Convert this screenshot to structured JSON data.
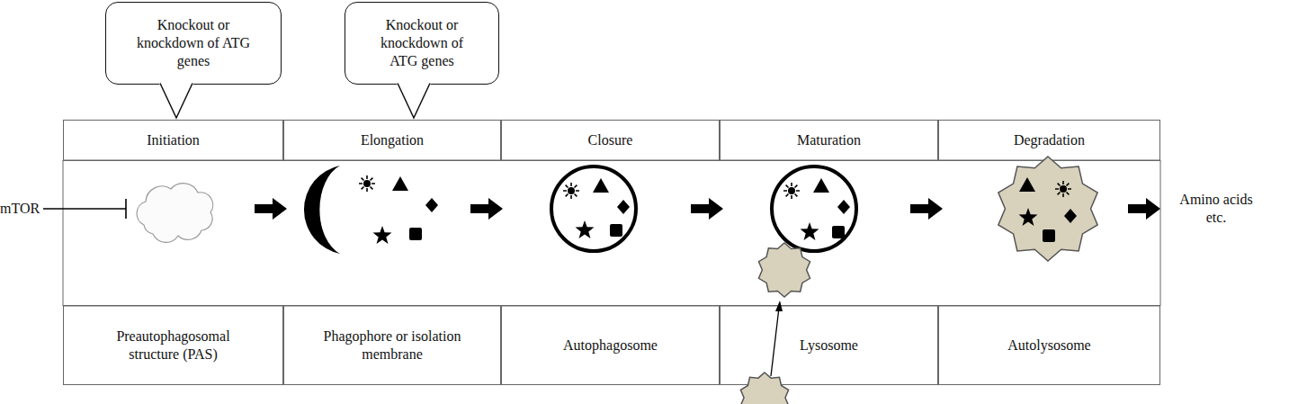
{
  "diagram": {
    "nodes": [
      {
        "text": [
          "Knockout or knockdown of ATG genes"
        ]
      },
      {
        "text": [
          "Knockout or knockdown of ATG genes"
        ]
      },
      {
        "text": [
          "Initiation"
        ]
      },
      {
        "text": [
          "Elongation"
        ]
      },
      {
        "text": [
          "Closure"
        ]
      },
      {
        "text": [
          "Maturation"
        ]
      },
      {
        "text": [
          "Degradation"
        ]
      },
      {
        "text": [
          "Preautophagosomal structure (PAS)"
        ]
      },
      {
        "text": [
          "Phagophore or isolation membrane"
        ]
      },
      {
        "text": [
          "Autophagosome"
        ]
      },
      {
        "text": [
          "Lysosome"
        ]
      },
      {
        "text": [
          "Autolysosome"
        ]
      }
    ],
    "labels": [
      "mTOR",
      "Amino acids etc."
    ]
  }
}
